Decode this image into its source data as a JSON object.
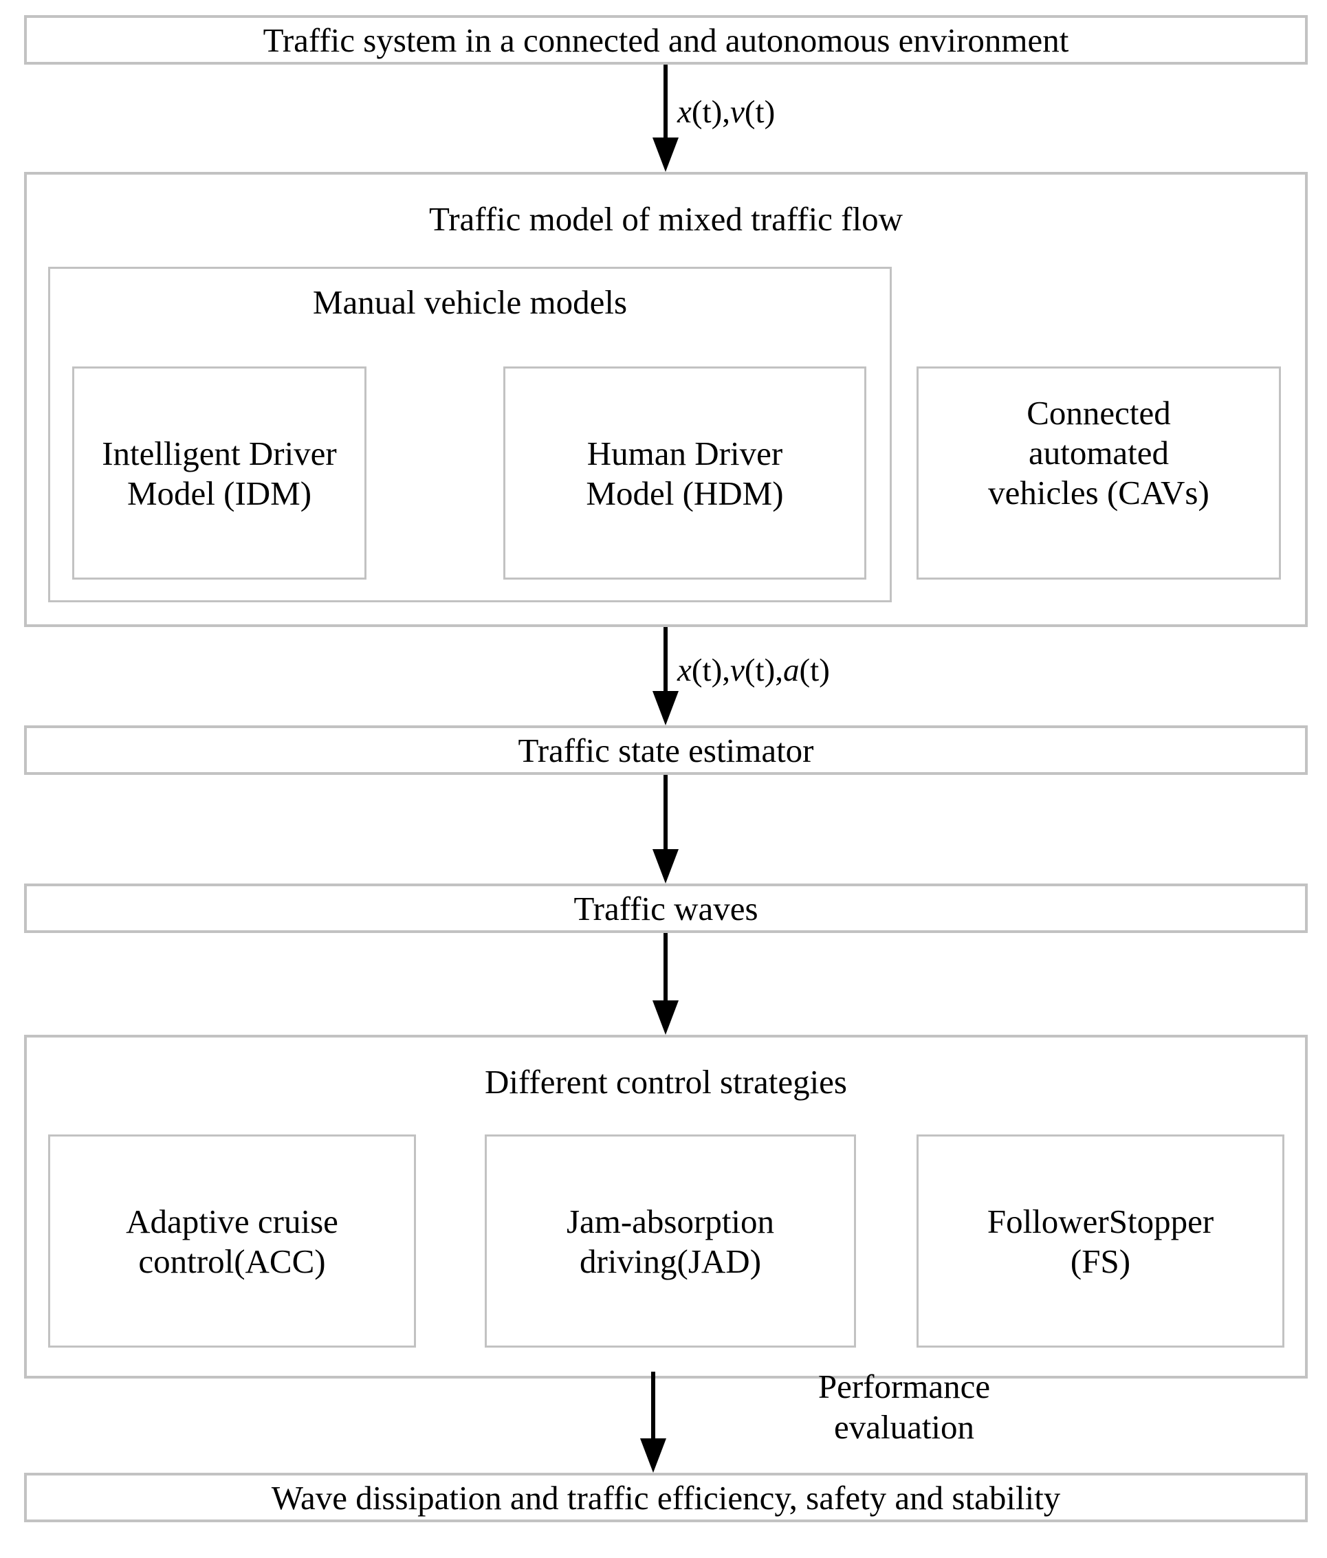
{
  "diagram": {
    "title": "Traffic system flowchart in a connected and autonomous environment",
    "border_color": "#c2c2c2",
    "arrow_color": "#000000",
    "background": "#ffffff",
    "nodes": {
      "traffic_system": "Traffic system in a connected and autonomous  environment",
      "traffic_model": "Traffic model of mixed traffic flow",
      "manual_vehicle_models": "Manual vehicle models",
      "idm": "Intelligent Driver Model (IDM)",
      "idm_line1": "Intelligent Driver",
      "idm_line2": "Model (IDM)",
      "hdm": "Human Driver Model (HDM)",
      "hdm_line1": "Human Driver",
      "hdm_line2": "Model (HDM)",
      "cav": "Connected automated vehicles (CAVs)",
      "cav_line1": "Connected",
      "cav_line2": "automated",
      "cav_line3": "vehicles (CAVs)",
      "traffic_state_estimator": "Traffic state estimator",
      "traffic_waves": "Traffic waves",
      "control_strategies": "Different control strategies",
      "acc_line1": "Adaptive cruise",
      "acc_line2": "control(ACC)",
      "jad_line1": "Jam-absorption",
      "jad_line2": "driving(JAD)",
      "fs_line1": "FollowerStopper",
      "fs_line2": "(FS)",
      "outcome": "Wave dissipation and traffic efficiency, safety and stability"
    },
    "edges": {
      "e1_var1": "x",
      "e1_t1": "(t),",
      "e1_var2": "v",
      "e1_t2": "(t)",
      "e2_var1": "x",
      "e2_t1": "(t),",
      "e2_var2": "v",
      "e2_t2": "(t),",
      "e2_var3": "a",
      "e2_t3": "(t)",
      "performance_line1": "Performance",
      "performance_line2": "evaluation"
    }
  }
}
